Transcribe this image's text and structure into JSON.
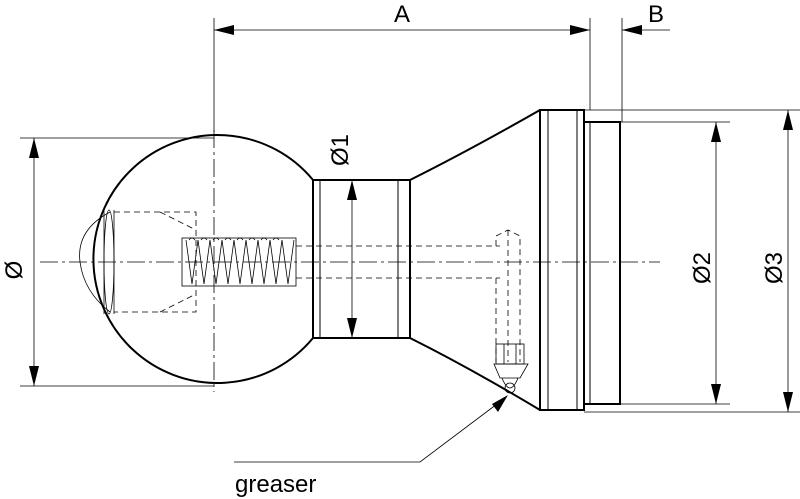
{
  "labels": {
    "A": "A",
    "B": "B",
    "d": "Ø",
    "d1": "Ø1",
    "d2": "Ø2",
    "d3": "Ø3",
    "greaser": "greaser"
  }
}
